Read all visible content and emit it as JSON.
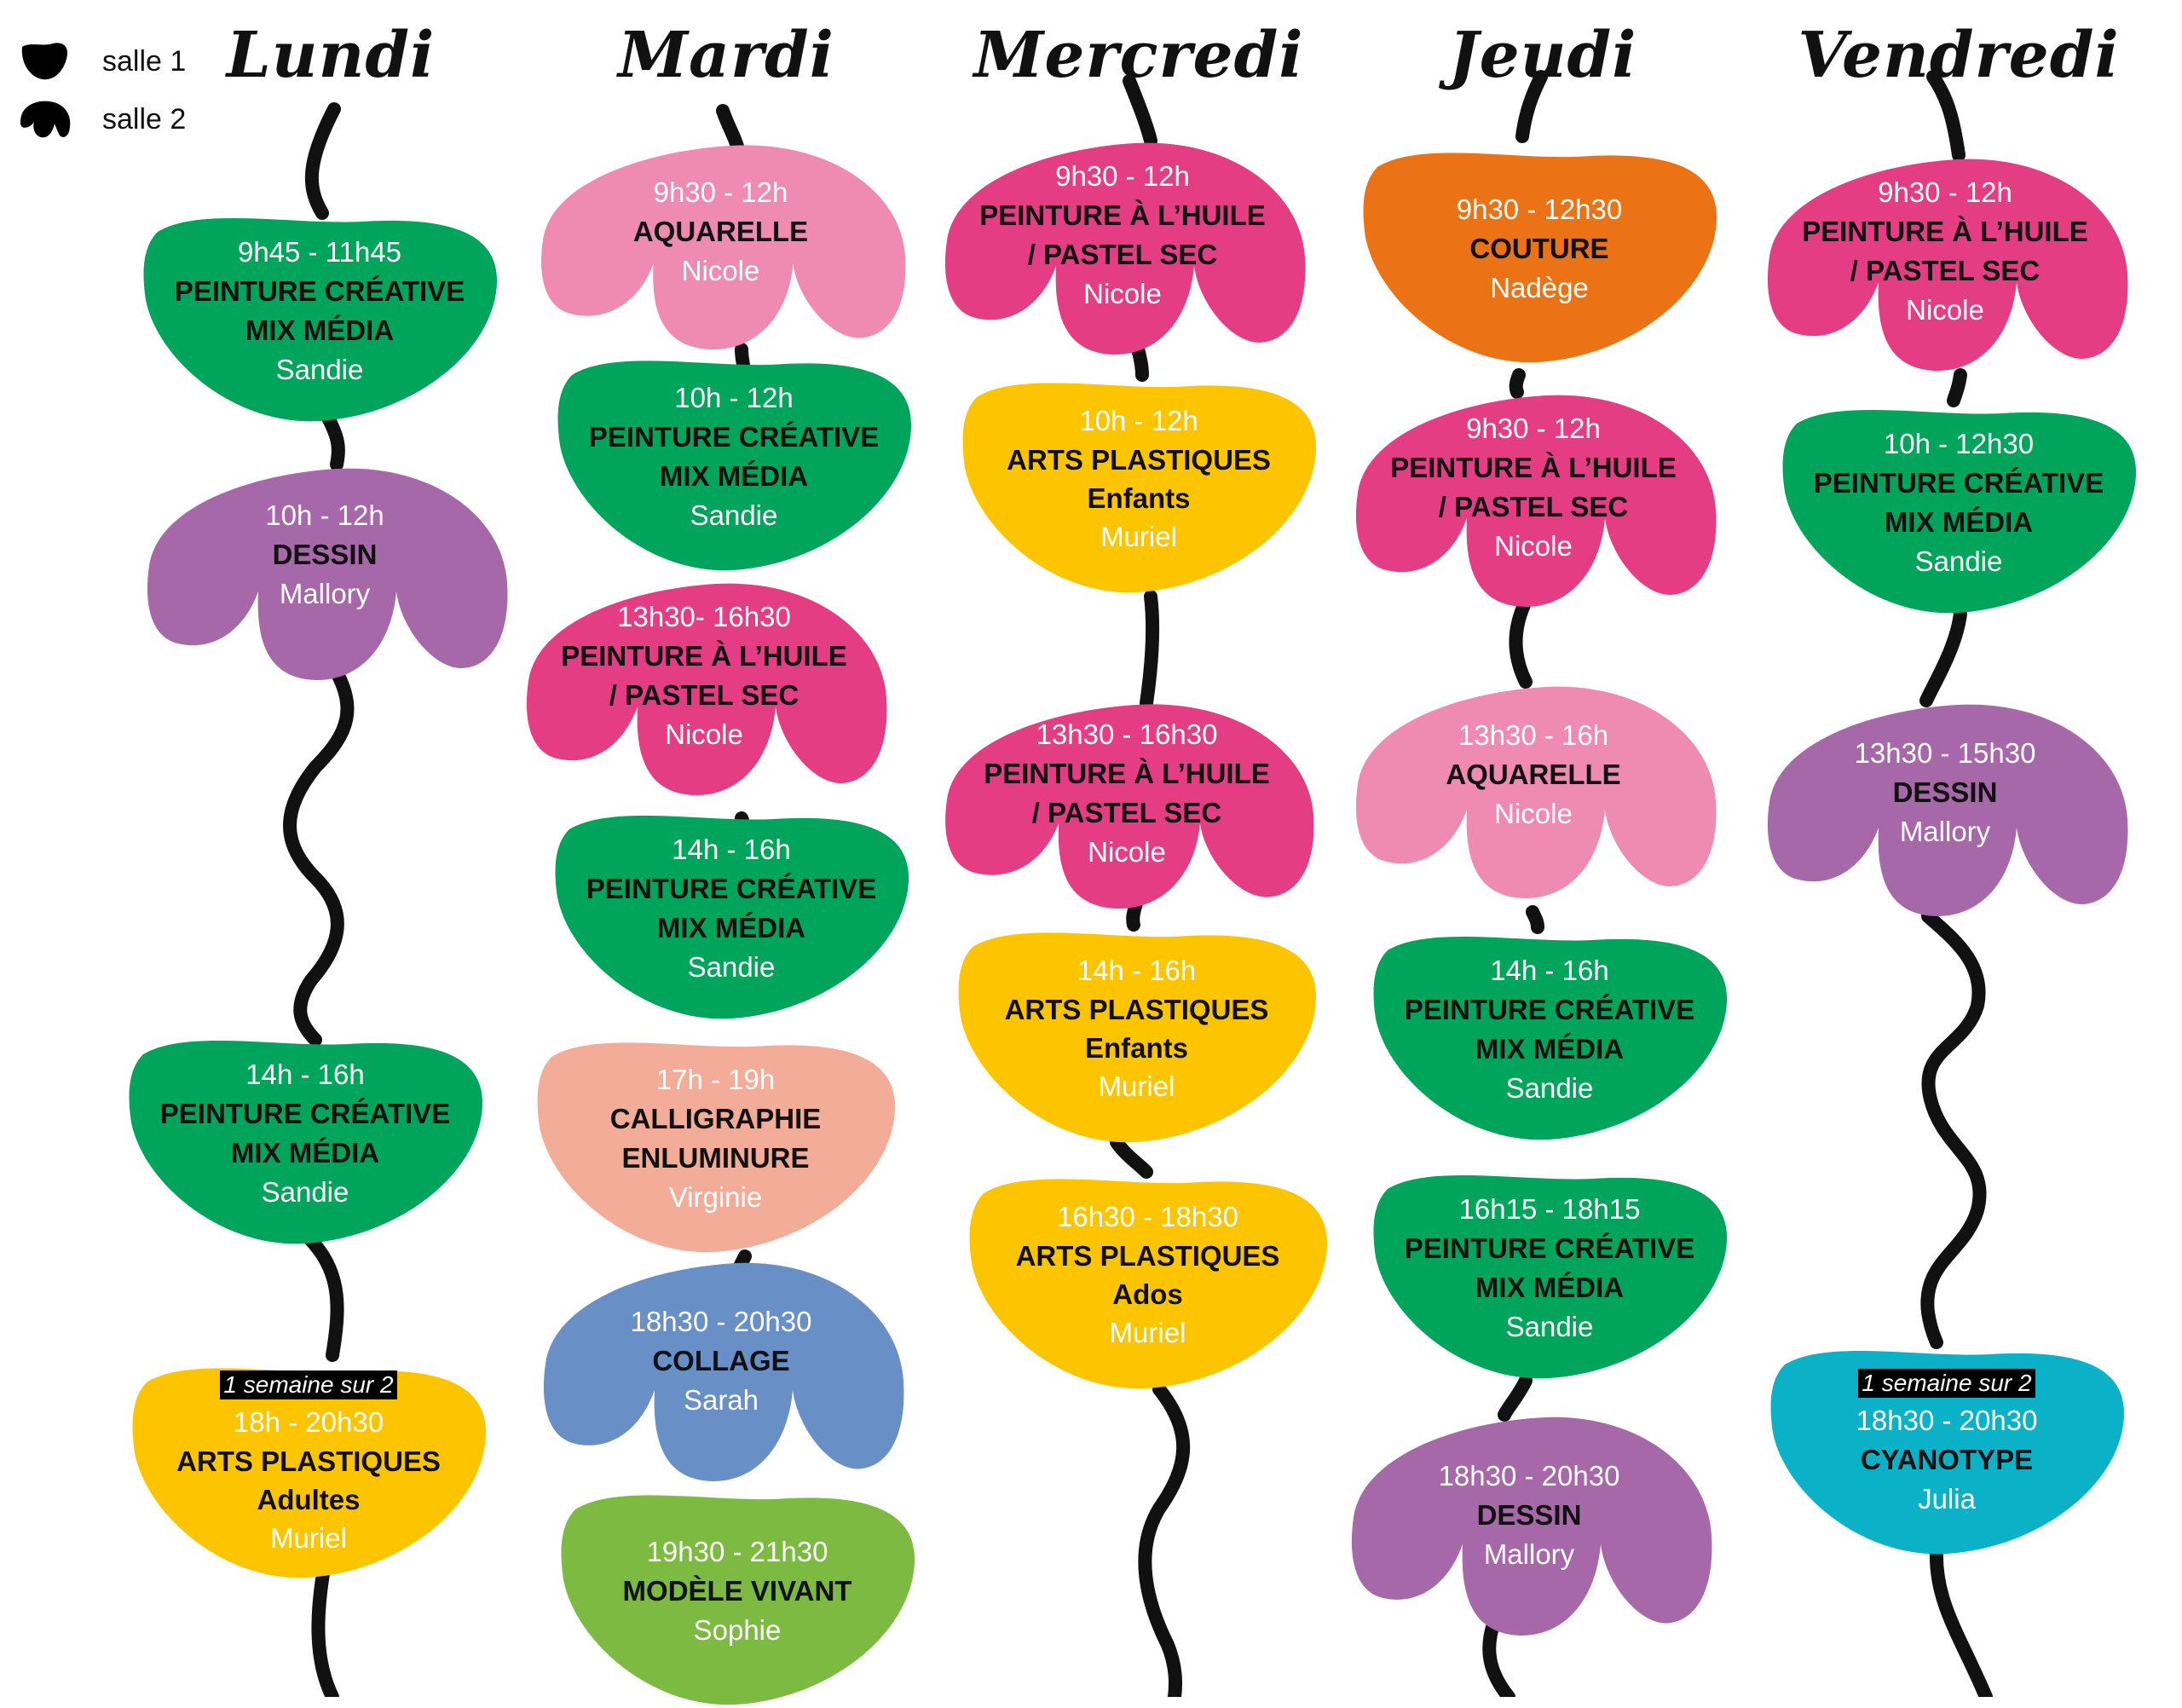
{
  "legend": {
    "items": [
      {
        "label": "salle 1",
        "shape": "salle-1-blob"
      },
      {
        "label": "salle 2",
        "shape": "salle-2-flower"
      }
    ]
  },
  "colors": {
    "green": "#00A45A",
    "purple": "#A668A8",
    "yellow": "#FDC400",
    "light_pink": "#EF8BB1",
    "magenta": "#E43D84",
    "salmon": "#F3AC97",
    "blue": "#6890C7",
    "lime": "#7CBA42",
    "orange": "#EC7216",
    "teal": "#0BB1C6",
    "stem": "#111111",
    "time_text": "#FFFFFF",
    "title_text": "#111111"
  },
  "days": [
    {
      "name": "Lundi",
      "classes": [
        {
          "time": "9h45 - 11h45",
          "title": [
            "PEINTURE CRÉATIVE",
            "MIX MÉDIA"
          ],
          "teacher": "Sandie",
          "room": "salle 1",
          "color": "green"
        },
        {
          "time": "10h - 12h",
          "title": [
            "DESSIN"
          ],
          "teacher": "Mallory",
          "room": "salle 2",
          "color": "purple"
        },
        {
          "time": "14h - 16h",
          "title": [
            "PEINTURE CRÉATIVE",
            "MIX MÉDIA"
          ],
          "teacher": "Sandie",
          "room": "salle 1",
          "color": "green"
        },
        {
          "badge": "1 semaine sur 2",
          "time": "18h - 20h30",
          "title": [
            "ARTS PLASTIQUES",
            "Adultes"
          ],
          "teacher": "Muriel",
          "room": "salle 1",
          "color": "yellow"
        }
      ]
    },
    {
      "name": "Mardi",
      "classes": [
        {
          "time": "9h30 - 12h",
          "title": [
            "AQUARELLE"
          ],
          "teacher": "Nicole",
          "room": "salle 2",
          "color": "light_pink"
        },
        {
          "time": "10h - 12h",
          "title": [
            "PEINTURE CRÉATIVE",
            "MIX MÉDIA"
          ],
          "teacher": "Sandie",
          "room": "salle 1",
          "color": "green"
        },
        {
          "time": "13h30- 16h30",
          "title": [
            "PEINTURE À L’HUILE",
            "/ PASTEL SEC"
          ],
          "teacher": "Nicole",
          "room": "salle 2",
          "color": "magenta"
        },
        {
          "time": "14h - 16h",
          "title": [
            "PEINTURE CRÉATIVE",
            "MIX MÉDIA"
          ],
          "teacher": "Sandie",
          "room": "salle 1",
          "color": "green"
        },
        {
          "time": "17h - 19h",
          "title": [
            "CALLIGRAPHIE",
            "ENLUMINURE"
          ],
          "teacher": "Virginie",
          "room": "salle 1",
          "color": "salmon"
        },
        {
          "time": "18h30 - 20h30",
          "title": [
            "COLLAGE"
          ],
          "teacher": "Sarah",
          "room": "salle 2",
          "color": "blue"
        },
        {
          "time": "19h30 - 21h30",
          "title": [
            "MODÈLE VIVANT"
          ],
          "teacher": "Sophie",
          "room": "salle 1",
          "color": "lime"
        }
      ]
    },
    {
      "name": "Mercredi",
      "classes": [
        {
          "time": "9h30 - 12h",
          "title": [
            "PEINTURE À L’HUILE",
            "/ PASTEL SEC"
          ],
          "teacher": "Nicole",
          "room": "salle 2",
          "color": "magenta"
        },
        {
          "time": "10h - 12h",
          "title": [
            "ARTS PLASTIQUES",
            "Enfants"
          ],
          "teacher": "Muriel",
          "room": "salle 1",
          "color": "yellow"
        },
        {
          "time": "13h30 - 16h30",
          "title": [
            "PEINTURE À L’HUILE",
            "/ PASTEL SEC"
          ],
          "teacher": "Nicole",
          "room": "salle 2",
          "color": "magenta"
        },
        {
          "time": "14h - 16h",
          "title": [
            "ARTS PLASTIQUES",
            "Enfants"
          ],
          "teacher": "Muriel",
          "room": "salle 1",
          "color": "yellow"
        },
        {
          "time": "16h30 - 18h30",
          "title": [
            "ARTS PLASTIQUES",
            "Ados"
          ],
          "teacher": "Muriel",
          "room": "salle 1",
          "color": "yellow"
        }
      ]
    },
    {
      "name": "Jeudi",
      "classes": [
        {
          "time": "9h30 - 12h30",
          "title": [
            "COUTURE"
          ],
          "teacher": "Nadège",
          "room": "salle 1",
          "color": "orange"
        },
        {
          "time": "9h30 - 12h",
          "title": [
            "PEINTURE À L’HUILE",
            "/ PASTEL SEC"
          ],
          "teacher": "Nicole",
          "room": "salle 2",
          "color": "magenta"
        },
        {
          "time": "13h30 - 16h",
          "title": [
            "AQUARELLE"
          ],
          "teacher": "Nicole",
          "room": "salle 2",
          "color": "light_pink"
        },
        {
          "time": "14h - 16h",
          "title": [
            "PEINTURE CRÉATIVE",
            "MIX MÉDIA"
          ],
          "teacher": "Sandie",
          "room": "salle 1",
          "color": "green"
        },
        {
          "time": "16h15 - 18h15",
          "title": [
            "PEINTURE CRÉATIVE",
            "MIX MÉDIA"
          ],
          "teacher": "Sandie",
          "room": "salle 1",
          "color": "green"
        },
        {
          "time": "18h30 - 20h30",
          "title": [
            "DESSIN"
          ],
          "teacher": "Mallory",
          "room": "salle 2",
          "color": "purple"
        }
      ]
    },
    {
      "name": "Vendredi",
      "classes": [
        {
          "time": "9h30 - 12h",
          "title": [
            "PEINTURE À L’HUILE",
            "/ PASTEL SEC"
          ],
          "teacher": "Nicole",
          "room": "salle 2",
          "color": "magenta"
        },
        {
          "time": "10h - 12h30",
          "title": [
            "PEINTURE CRÉATIVE",
            "MIX MÉDIA"
          ],
          "teacher": "Sandie",
          "room": "salle 1",
          "color": "green"
        },
        {
          "time": "13h30 - 15h30",
          "title": [
            "DESSIN"
          ],
          "teacher": "Mallory",
          "room": "salle 2",
          "color": "purple"
        },
        {
          "badge": "1 semaine sur 2",
          "time": "18h30 - 20h30",
          "title": [
            "CYANOTYPE"
          ],
          "teacher": "Julia",
          "room": "salle 1",
          "color": "teal"
        }
      ]
    }
  ]
}
